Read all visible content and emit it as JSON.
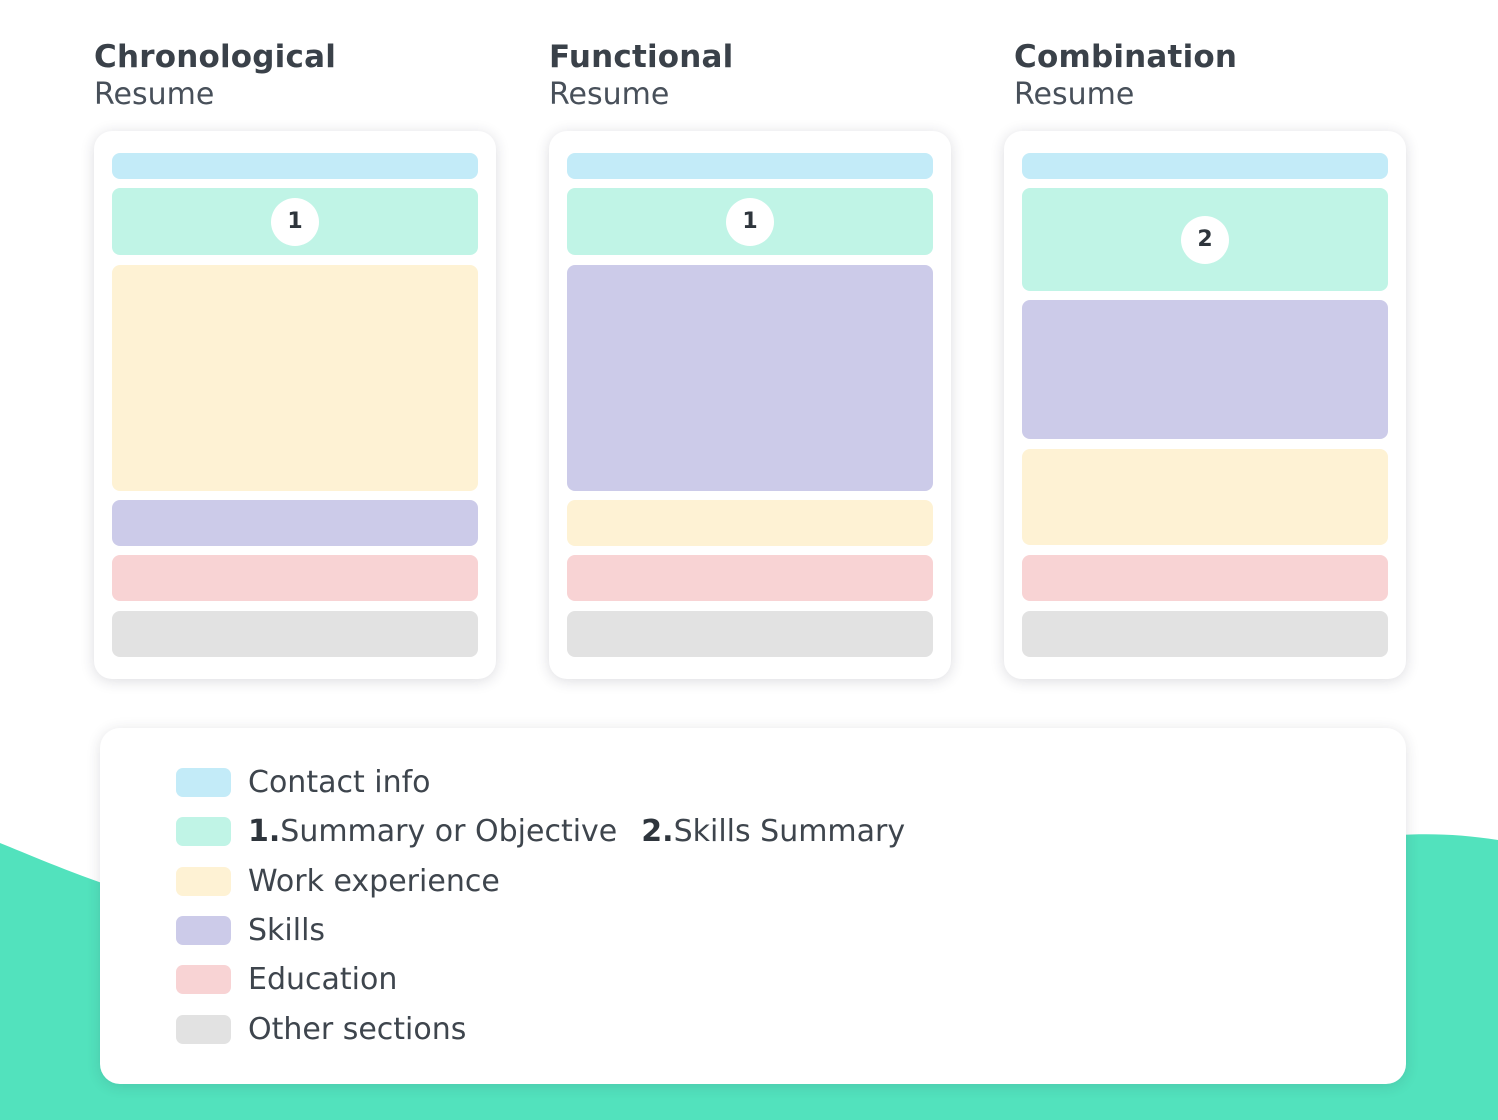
{
  "colors": {
    "contact": "#c3ebf8",
    "summary": "#c0f4e6",
    "work": "#fef2d4",
    "skills": "#cccbe9",
    "education": "#f8d3d4",
    "other": "#e2e2e2",
    "wave": "#52e2bd"
  },
  "columns": [
    {
      "title": "Chronological",
      "subtitle": "Resume",
      "marker": "1"
    },
    {
      "title": "Functional",
      "subtitle": "Resume",
      "marker": "1"
    },
    {
      "title": "Combination",
      "subtitle": "Resume",
      "marker": "2"
    }
  ],
  "legend": {
    "contact": "Contact info",
    "summary_num": "1.",
    "summary": "Summary or Objective",
    "skills_summary_num": "2.",
    "skills_summary": "Skills Summary",
    "work": "Work experience",
    "skills": "Skills",
    "education": "Education",
    "other": "Other sections"
  }
}
